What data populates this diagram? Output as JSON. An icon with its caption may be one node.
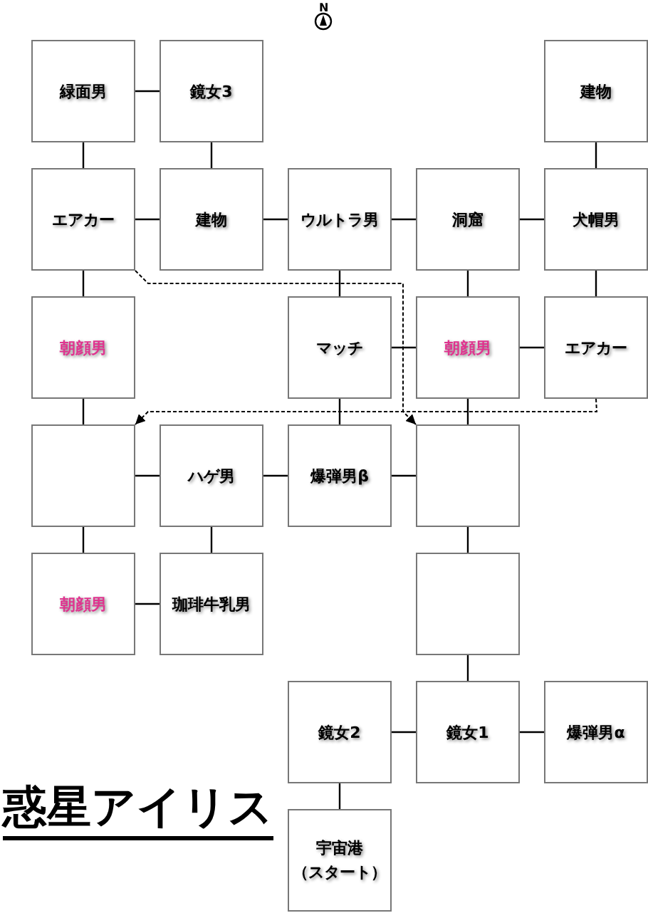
{
  "diagram": {
    "title": "惑星アイリス",
    "nodes": [
      {
        "text": [
          "緑面男"
        ]
      },
      {
        "text": [
          "鏡女3"
        ]
      },
      {
        "text": [
          "建物"
        ]
      },
      {
        "text": [
          "エアカー"
        ]
      },
      {
        "text": [
          "建物"
        ]
      },
      {
        "text": [
          "ウルトラ男"
        ]
      },
      {
        "text": [
          "洞窟"
        ]
      },
      {
        "text": [
          "犬帽男"
        ]
      },
      {
        "text": [
          "朝顔男"
        ]
      },
      {
        "text": [
          "マッチ"
        ]
      },
      {
        "text": [
          "朝顔男"
        ]
      },
      {
        "text": [
          "エアカー"
        ]
      },
      {
        "text": [],
        "shape": "box"
      },
      {
        "text": [
          "ハゲ男"
        ]
      },
      {
        "text": [
          "爆弾男β"
        ]
      },
      {
        "text": [],
        "shape": "box"
      },
      {
        "text": [
          "朝顔男"
        ]
      },
      {
        "text": [
          "珈琲牛乳男"
        ]
      },
      {
        "text": [],
        "shape": "box"
      },
      {
        "text": [
          "鏡女2"
        ]
      },
      {
        "text": [
          "鏡女1"
        ]
      },
      {
        "text": [
          "爆弾男α"
        ]
      },
      {
        "text": [
          "宇宙港（スタート）"
        ]
      }
    ],
    "edges": [
      {
        "from": 0,
        "to": 1,
        "arrow": "none"
      },
      {
        "from": 0,
        "to": 3,
        "arrow": "none"
      },
      {
        "from": 1,
        "to": 4,
        "arrow": "none"
      },
      {
        "from": 2,
        "to": 7,
        "arrow": "none"
      },
      {
        "from": 3,
        "to": 4,
        "arrow": "none"
      },
      {
        "from": 4,
        "to": 5,
        "arrow": "none"
      },
      {
        "from": 5,
        "to": 6,
        "arrow": "none"
      },
      {
        "from": 6,
        "to": 7,
        "arrow": "none"
      },
      {
        "from": 3,
        "to": 8,
        "arrow": "none"
      },
      {
        "from": 5,
        "to": 9,
        "arrow": "none"
      },
      {
        "from": 6,
        "to": 10,
        "arrow": "none"
      },
      {
        "from": 7,
        "to": 11,
        "arrow": "none"
      },
      {
        "from": 9,
        "to": 10,
        "arrow": "none"
      },
      {
        "from": 10,
        "to": 11,
        "arrow": "none"
      },
      {
        "from": 8,
        "to": 12,
        "arrow": "none"
      },
      {
        "from": 9,
        "to": 14,
        "arrow": "none"
      },
      {
        "from": 10,
        "to": 15,
        "arrow": "none"
      },
      {
        "from": 12,
        "to": 13,
        "arrow": "none"
      },
      {
        "from": 13,
        "to": 14,
        "arrow": "none"
      },
      {
        "from": 14,
        "to": 15,
        "arrow": "none"
      },
      {
        "from": 12,
        "to": 16,
        "arrow": "none"
      },
      {
        "from": 13,
        "to": 17,
        "arrow": "none"
      },
      {
        "from": 16,
        "to": 17,
        "arrow": "none"
      },
      {
        "from": 15,
        "to": 18,
        "arrow": "none"
      },
      {
        "from": 18,
        "to": 20,
        "arrow": "none"
      },
      {
        "from": 19,
        "to": 20,
        "arrow": "none"
      },
      {
        "from": 20,
        "to": 21,
        "arrow": "none"
      },
      {
        "from": 19,
        "to": 22,
        "arrow": "none"
      },
      {
        "from": 3,
        "to": 15,
        "arrow": "to",
        "style": "dashed"
      },
      {
        "from": 11,
        "to": 12,
        "arrow": "to",
        "style": "dashed"
      }
    ],
    "labels": [
      "N"
    ]
  }
}
